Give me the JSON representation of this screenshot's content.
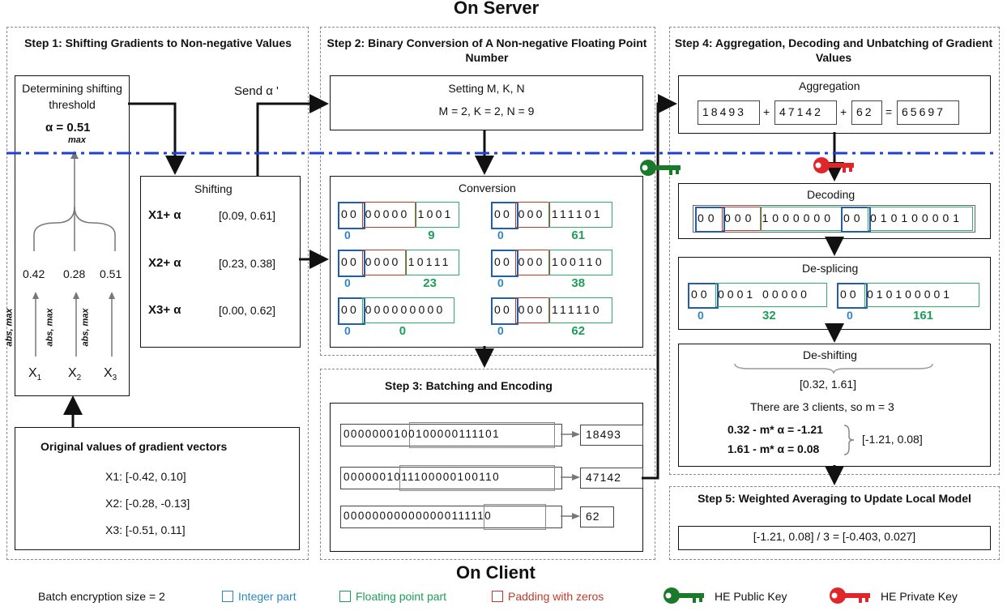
{
  "header": {
    "server": "On Server",
    "client": "On Client"
  },
  "step1": {
    "title": "Step 1: Shifting Gradients to Non-negative Values",
    "threshold_label": "Determining shifting threshold",
    "alpha_value": "α = 0.51",
    "max_sub": "max",
    "values": [
      "0.42",
      "0.28",
      "0.51"
    ],
    "arrow_label": "abs, max",
    "x_labels": [
      "X",
      "X",
      "X"
    ],
    "x_subs": [
      "1",
      "2",
      "3"
    ],
    "original_title": "Original values of gradient vectors",
    "original": [
      "X1: [-0.42, 0.10]",
      "X2: [-0.28, -0.13]",
      "X3: [-0.51, 0.11]"
    ]
  },
  "send_label": "Send α '",
  "shifting": {
    "title": "Shifting",
    "rows": [
      {
        "lhs": "X1+ α",
        "rhs": "[0.09, 0.61]"
      },
      {
        "lhs": "X2+ α",
        "rhs": "[0.23, 0.38]"
      },
      {
        "lhs": "X3+ α",
        "rhs": "[0.00, 0.62]"
      }
    ]
  },
  "step2": {
    "title": "Step 2: Binary Conversion of A Non-negative Floating Point Number",
    "setting_title": "Setting M, K, N",
    "setting_values": "M = 2, K = 2, N = 9",
    "conversion_title": "Conversion",
    "bins": [
      {
        "int": "00",
        "pad": "00000",
        "frac": "1001",
        "iv": "0",
        "fv": "9"
      },
      {
        "int": "00",
        "pad": "000",
        "frac": "111101",
        "iv": "0",
        "fv": "61"
      },
      {
        "int": "00",
        "pad": "0000",
        "frac": "10111",
        "iv": "0",
        "fv": "23"
      },
      {
        "int": "00",
        "pad": "000",
        "frac": "100110",
        "iv": "0",
        "fv": "38"
      },
      {
        "int": "00",
        "pad": "",
        "frac": "000000000",
        "iv": "0",
        "fv": "0"
      },
      {
        "int": "00",
        "pad": "000",
        "frac": "111110",
        "iv": "0",
        "fv": "62"
      }
    ]
  },
  "step3": {
    "title": "Step 3: Batching and Encoding",
    "rows": [
      {
        "prefix": "0000000",
        "bits": "100100000111101",
        "value": "18493"
      },
      {
        "prefix": "000000",
        "bits": "1011100000100110",
        "value": "47142"
      },
      {
        "prefix": "000000000000000",
        "bits": "111110",
        "value": "62"
      }
    ]
  },
  "step4": {
    "title": "Step 4: Aggregation, Decoding and Unbatching of Gradient Values",
    "aggregation_title": "Aggregation",
    "agg": [
      "18493",
      "+",
      "47142",
      "+",
      "62",
      "=",
      "65697"
    ],
    "decoding_title": "Decoding",
    "decoding_bits": [
      "00",
      "000",
      "1000000",
      "00",
      "010100001"
    ],
    "despl_title": "De-splicing",
    "despl": [
      {
        "int": "00",
        "bits": "0001 00000",
        "iv": "0",
        "fv": "32"
      },
      {
        "int": "00",
        "bits": "010100001",
        "iv": "0",
        "fv": "161"
      }
    ],
    "deshift_title": "De-shifting",
    "deshift_range": "[0.32, 1.61]",
    "clients_text": "There are 3 clients, so m = 3",
    "eq1": "0.32 - m* α = -1.21",
    "eq2": "1.61 - m* α = 0.08",
    "eq_result": "[-1.21, 0.08]"
  },
  "step5": {
    "title": "Step 5: Weighted Averaging to Update Local Model",
    "formula": "[-1.21, 0.08] / 3 = [-0.403, 0.027]"
  },
  "legend": {
    "batch": "Batch encryption size = 2",
    "integer": "Integer part",
    "floating": "Floating point part",
    "padding": "Padding with zeros",
    "public_key": "HE Public Key",
    "private_key": "HE Private Key"
  },
  "colors": {
    "integer": "#2e86c1",
    "floating": "#1e9e5a",
    "padding": "#c0392b",
    "divider": "#1f3fd1"
  }
}
